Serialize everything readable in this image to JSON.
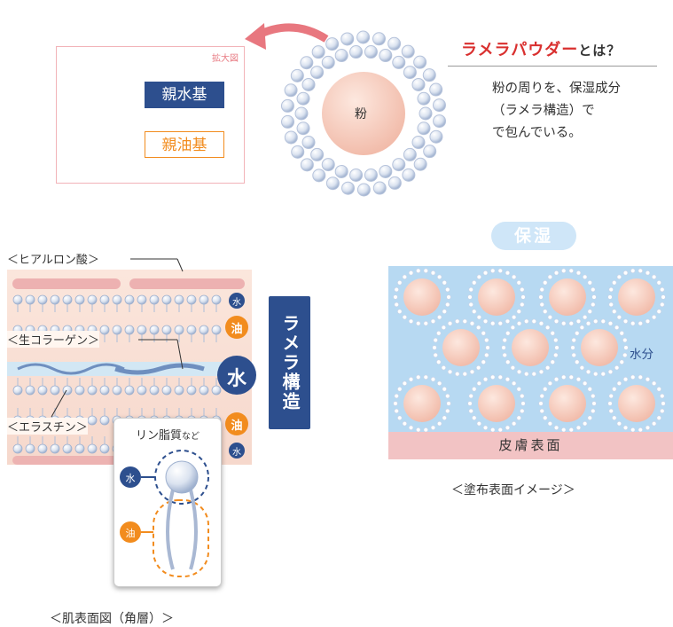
{
  "zoom": {
    "tag": "拡大図",
    "hydrophilic": "親水基",
    "lipophilic": "親油基"
  },
  "powder": {
    "core_label": "粉",
    "title": "ラメラパウダー",
    "title_suffix": "とは？",
    "description_lines": [
      "粉の周りを、保湿成分",
      "（ラメラ構造）で",
      "で包んでいる。"
    ]
  },
  "skin": {
    "hyaluronic": "＜ヒアルロン酸＞",
    "collagen": "＜生コラーゲン＞",
    "elastin": "＜エラスチン＞",
    "lamella_vertical": "ラメラ構造",
    "water_icon": "水",
    "oil_icon": "油",
    "water_big": "水",
    "phospholipid_title": "リン脂質",
    "phospholipid_suffix": "など",
    "caption": "＜肌表面図（角層）＞"
  },
  "coating": {
    "badge": "保湿",
    "water_label": "水分",
    "skin_surface": "皮膚表面",
    "caption": "＜塗布表面イメージ＞"
  },
  "colors": {
    "accent_red": "#d9302f",
    "navy": "#2d4f8e",
    "orange": "#f28c1e",
    "core_pink": "#f6c9bb",
    "panel_blue": "#b7d9f2",
    "skin_pink": "#f2c3c4"
  }
}
